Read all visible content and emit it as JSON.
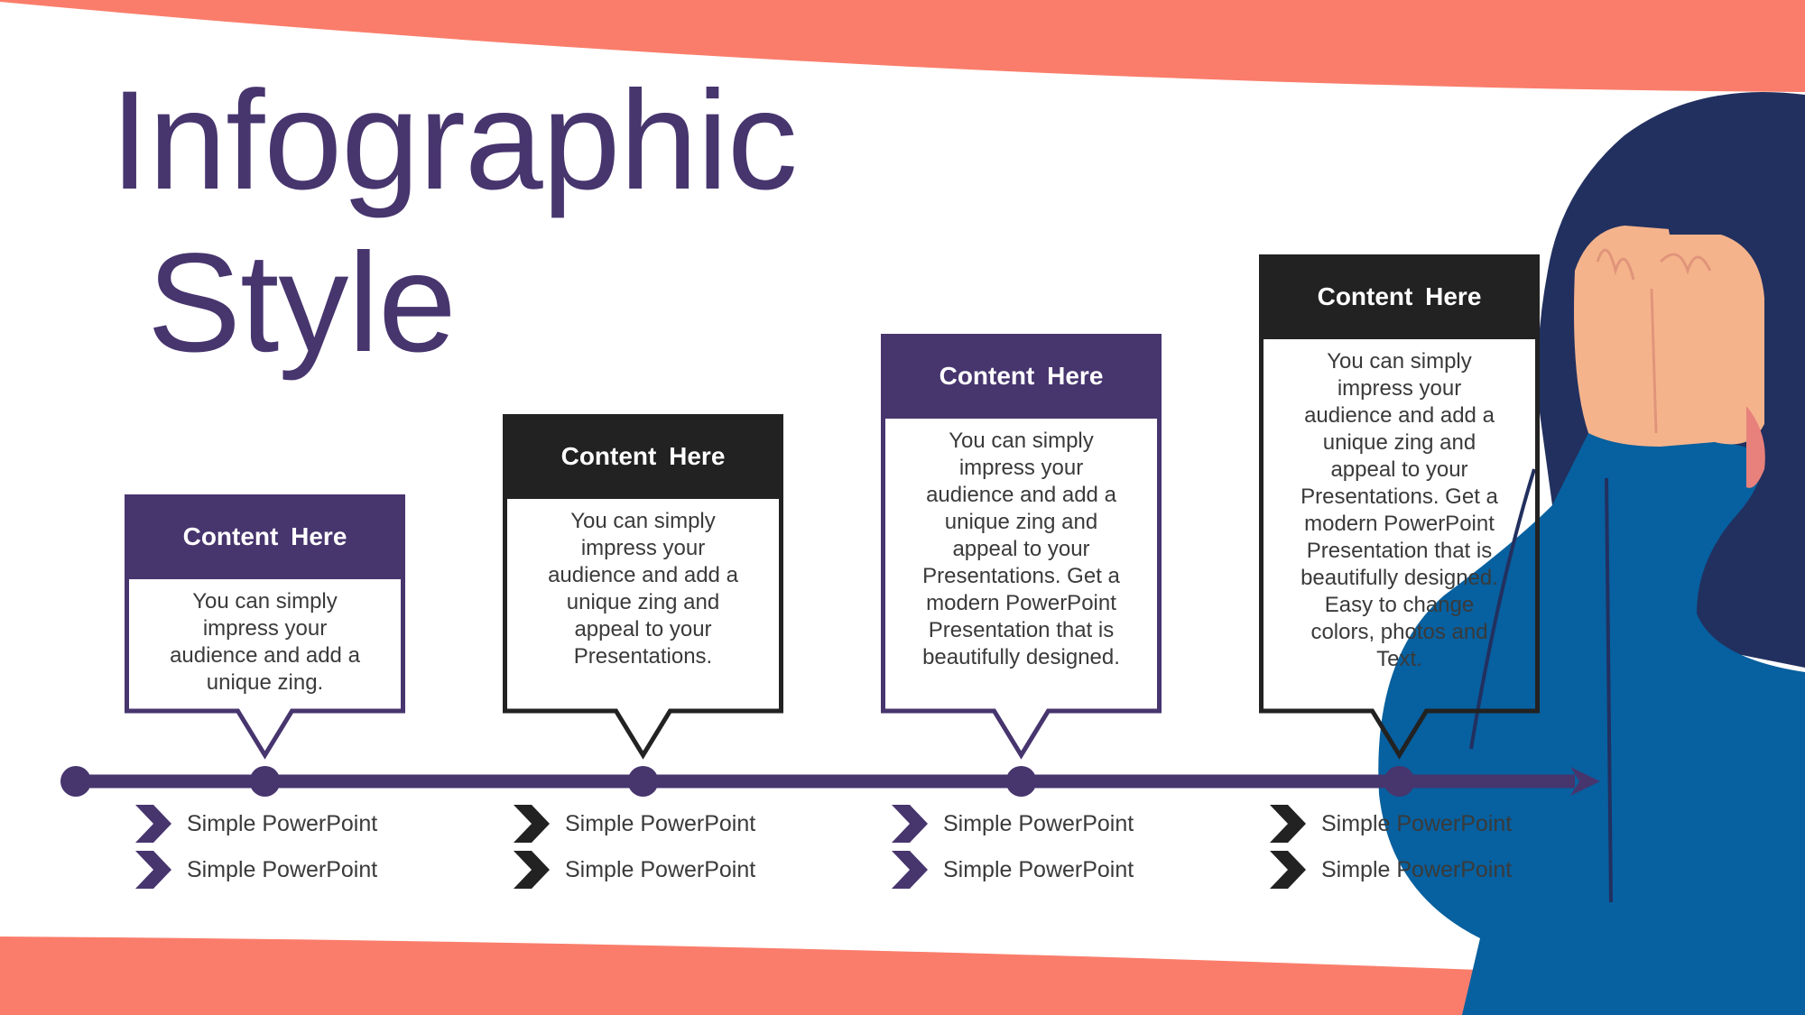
{
  "title": {
    "line1": "Infographic",
    "line2": "Style"
  },
  "colors": {
    "purple": "#47356e",
    "dark": "#222222",
    "salmon": "#fa7d6b",
    "hair": "#22305f",
    "sweater": "#07609f",
    "skin": "#f5b38c"
  },
  "cards": [
    {
      "heading": "Content  Here",
      "body": "You can simply impress your audience and add a unique zing.",
      "theme": "purple",
      "bullets": [
        "Simple PowerPoint",
        "Simple PowerPoint"
      ]
    },
    {
      "heading": "Content  Here",
      "body": "You can simply impress your audience and add a unique zing and appeal to your Presentations.",
      "theme": "dark",
      "bullets": [
        "Simple PowerPoint",
        "Simple PowerPoint"
      ]
    },
    {
      "heading": "Content  Here",
      "body": "You can simply impress your audience and add a unique zing and appeal to your Presentations. Get a modern PowerPoint Presentation that is beautifully designed.",
      "theme": "purple",
      "bullets": [
        "Simple PowerPoint",
        "Simple PowerPoint"
      ]
    },
    {
      "heading": "Content  Here",
      "body": "You can simply impress your audience and add a unique zing and appeal to your Presentations. Get a modern PowerPoint Presentation that is beautifully designed. Easy to change colors, photos and Text.",
      "theme": "dark",
      "bullets": [
        "Simple PowerPoint",
        "Simple PowerPoint"
      ]
    }
  ]
}
